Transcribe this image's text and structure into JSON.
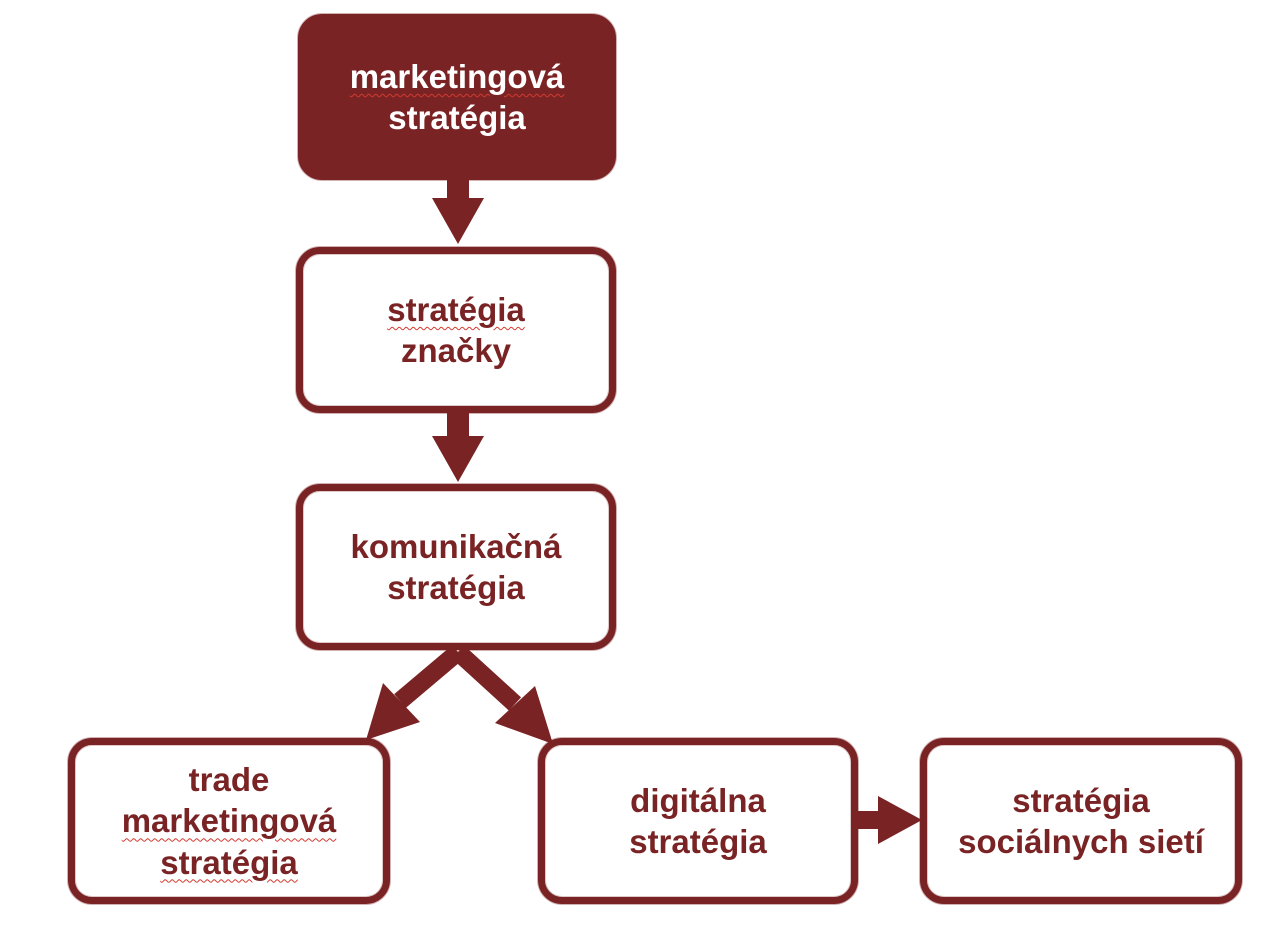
{
  "colors": {
    "accent": "#7a2324",
    "background": "#ffffff",
    "spellcheck_underline": "#d33a2e"
  },
  "nodes": {
    "marketing_strategy": {
      "lines": [
        "marketingová",
        "stratégia"
      ]
    },
    "brand_strategy": {
      "lines": [
        "stratégia",
        "značky"
      ]
    },
    "communication_strategy": {
      "lines": [
        "komunikačná",
        "stratégia"
      ]
    },
    "trade_marketing_strategy": {
      "lines": [
        "trade",
        "marketingová",
        "stratégia"
      ]
    },
    "digital_strategy": {
      "lines": [
        "digitálna",
        "stratégia"
      ]
    },
    "social_media_strategy": {
      "lines": [
        "stratégia",
        "sociálnych sietí"
      ]
    }
  },
  "edges": [
    {
      "from": "marketingová stratégia",
      "to": "stratégia značky"
    },
    {
      "from": "stratégia značky",
      "to": "komunikačná stratégia"
    },
    {
      "from": "komunikačná stratégia",
      "to": "trade marketingová stratégia"
    },
    {
      "from": "komunikačná stratégia",
      "to": "digitálna stratégia"
    },
    {
      "from": "digitálna stratégia",
      "to": "stratégia sociálnych sietí"
    }
  ]
}
